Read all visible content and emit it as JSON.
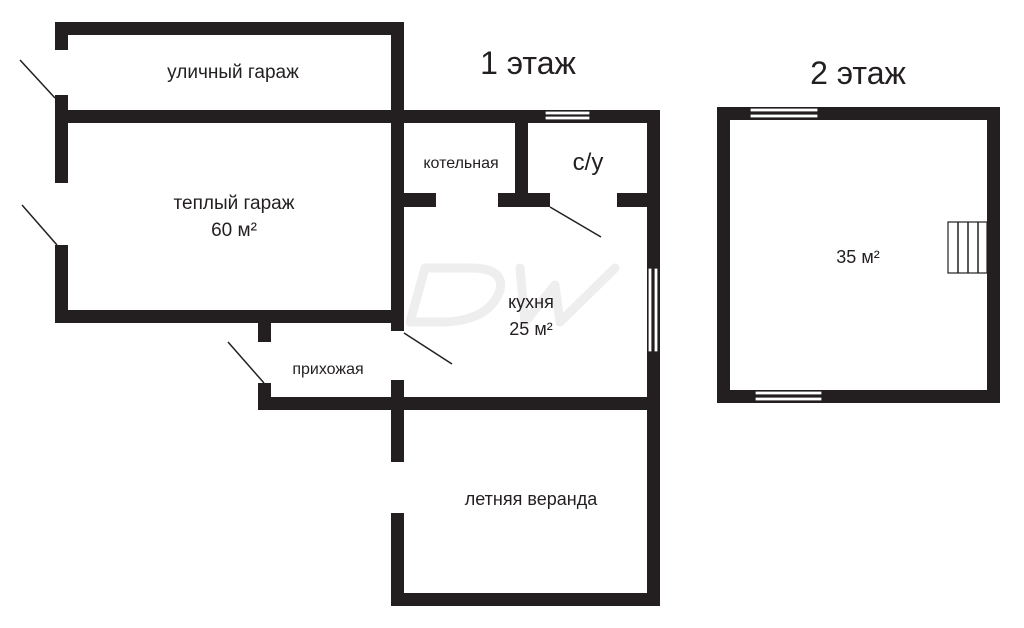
{
  "floor1": {
    "title": "1 этаж",
    "rooms": {
      "street_garage": {
        "name": "уличный гараж"
      },
      "warm_garage": {
        "name": "теплый гараж",
        "area": "60 м²"
      },
      "boiler_room": {
        "name": "котельная"
      },
      "bathroom": {
        "name": "с/у"
      },
      "kitchen": {
        "name": "кухня",
        "area": "25 м²"
      },
      "hallway": {
        "name": "прихожая"
      },
      "veranda": {
        "name": "летняя веранда"
      }
    }
  },
  "floor2": {
    "title": "2 этаж",
    "area": "35 м²"
  },
  "colors": {
    "wall": "#231f20",
    "background": "#ffffff"
  }
}
